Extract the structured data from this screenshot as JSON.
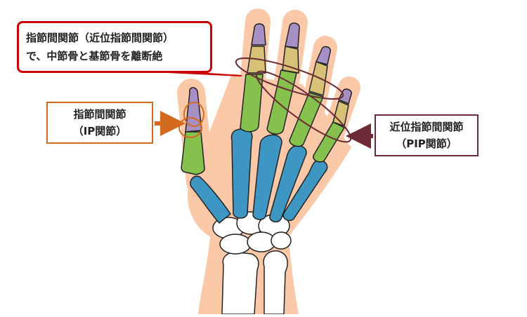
{
  "callouts": {
    "fracture": {
      "line1": "指節間関節（近位指節間関節）",
      "line2": "で、中節骨と基節骨を離断絶"
    },
    "ip_joint": {
      "line1": "指節間関節",
      "line2": "（IP関節）"
    },
    "pip_joint": {
      "line1": "近位指節間関節",
      "line2": "（PIP関節）"
    }
  },
  "colors": {
    "skin": "#fbc8a8",
    "distal_phalanx": "#a58fc3",
    "middle_phalanx": "#d6c177",
    "proximal_phalanx": "#86c14d",
    "metacarpal": "#3e97c2",
    "carpal": "#ffffff",
    "outline": "#222222",
    "callout_red": "#cc0000",
    "ip_orange": "#d26a1f",
    "pip_maroon": "#6b2a35"
  }
}
